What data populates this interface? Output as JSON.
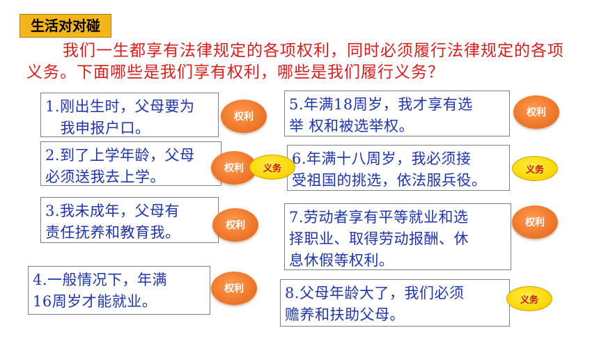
{
  "header": {
    "badge": "生活对对碰"
  },
  "intro": {
    "text": "我们一生都享有法律规定的各项权利，同时必须履行法律规定的各项义务。下面哪些是我们享有权利，哪些是我们履行义务？"
  },
  "items": [
    {
      "lines": [
        "1.刚出生时，父母要为",
        "　我申报户口。"
      ]
    },
    {
      "lines": [
        "2.到了上学年龄，父母",
        "必须送我去上学。"
      ]
    },
    {
      "lines": [
        "3.我未成年，父母有",
        "责任抚养和教育我。"
      ]
    },
    {
      "lines": [
        "4.一般情况下，年满",
        "16周岁才能就业。"
      ]
    },
    {
      "lines": [
        "5.年满18周岁，我才享有选",
        "举 权和被选举权。"
      ]
    },
    {
      "lines": [
        "6.年满十八周岁，我必须接",
        "受祖国的挑选，依法服兵役。"
      ]
    },
    {
      "lines": [
        "7.劳动者享有平等就业和选",
        "择职业、取得劳动报酬、休",
        "息休假等权利。"
      ]
    },
    {
      "lines": [
        "8.父母年龄大了，我们必须",
        "赡养和扶助父母。"
      ]
    }
  ],
  "labels": {
    "right": "权利",
    "duty": "义务"
  },
  "colors": {
    "badge": "#f5b41a",
    "intro_text": "#d41e1e",
    "card_text": "#1f35a8",
    "right_oval": "#f07a2c",
    "duty_oval": "#fbd400"
  }
}
